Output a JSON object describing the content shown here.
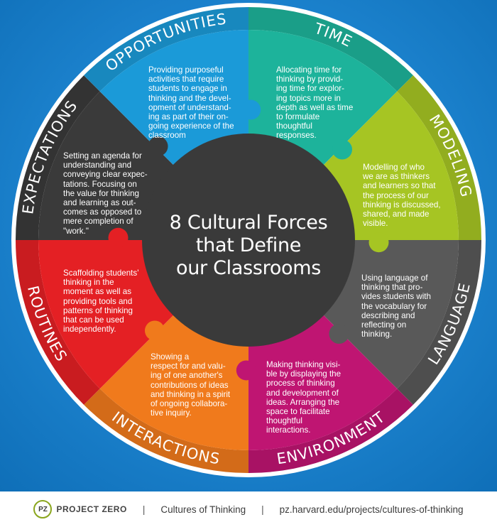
{
  "title": "8 Cultural Forces that Define our Classrooms",
  "title_lines": [
    "8 Cultural Forces",
    "that Define",
    "our Classrooms"
  ],
  "segments": [
    {
      "key": "time",
      "label": "TIME",
      "color": "#1db39b",
      "text": "Allocating time for thinking by providing time for exploring topics more in depth as well as time to formulate thoughtful responses.",
      "lines": [
        "Allocating time for",
        "thinking by provid-",
        "ing time for explor-",
        "ing topics more in",
        "depth as well as time",
        "to formulate",
        "thoughtful",
        "responses."
      ]
    },
    {
      "key": "modeling",
      "label": "MODELING",
      "color": "#a6c523",
      "text": "Modelling of who we are as thinkers and learners so that the process of our thinking is discussed, shared, and made visible.",
      "lines": [
        "Modelling of who",
        "we are as thinkers",
        "and learners so that",
        "the process of our",
        "thinking is discussed,",
        "shared, and made",
        "visible."
      ]
    },
    {
      "key": "language",
      "label": "LANGUAGE",
      "color": "#595959",
      "text": "Using language of thinking that provides students with the vocabulary for describing and reflecting on thinking.",
      "lines": [
        "Using language of",
        "thinking that pro-",
        "vides students with",
        "the vocabulary for",
        "describing and",
        "reflecting on",
        "thinking."
      ]
    },
    {
      "key": "environment",
      "label": "ENVIRONMENT",
      "color": "#bf1572",
      "text": "Making thinking visible by displaying the process of thinking and development of ideas. Arranging the space to facilitate thoughtful interactions.",
      "lines": [
        "Making thinking visi-",
        "ble by displaying the",
        "process of thinking",
        "and development of",
        "ideas. Arranging the",
        "space to facilitate",
        "thoughtful",
        "interactions."
      ]
    },
    {
      "key": "interactions",
      "label": "INTERACTIONS",
      "color": "#f07a1c",
      "text": "Showing a respect for and valuing of one another's contributions of ideas and thinking in a spirit of ongoing collaborative inquiry.",
      "lines": [
        "Showing a",
        "respect for and valu-",
        "ing of one another's",
        "contributions of ideas",
        "and thinking in a spirit",
        "of ongoing collabora-",
        "tive inquiry."
      ]
    },
    {
      "key": "routines",
      "label": "ROUTINES",
      "color": "#e42024",
      "text": "Scaffolding students' thinking in the moment as well as providing tools and patterns of thinking that can be used independently.",
      "lines": [
        "Scaffolding students'",
        "thinking in the",
        "moment as well as",
        "providing tools and",
        "patterns of thinking",
        "that can be used",
        "independently."
      ]
    },
    {
      "key": "expectations",
      "label": "EXPECTATIONS",
      "color": "#3a3a3a",
      "text": "Setting an agenda for understanding and conveying clear expectations. Focusing on the value for thinking and learning as outcomes as opposed to mere completion of \"work.\"",
      "lines": [
        "Setting an agenda for",
        "understanding and",
        "conveying clear expec-",
        "tations. Focusing on",
        "the value for thinking",
        "and learning as out-",
        "comes as opposed to",
        "mere completion of",
        "\"work.\""
      ]
    },
    {
      "key": "opportunities",
      "label": "OPPORTUNITIES",
      "color": "#1b9ad8",
      "text": "Providing purposeful activities that require students to engage in thinking and the development of understanding as part of their ongoing experience of the classroom",
      "lines": [
        "Providing purposeful",
        "activities that require",
        "students to engage in",
        "thinking and the devel-",
        "opment of understand-",
        "ing as part of their on-",
        "going experience of the",
        "classroom"
      ]
    }
  ],
  "footer": {
    "logo_text": "PZ",
    "org": "PROJECT ZERO",
    "separator": "|",
    "program": "Cultures of Thinking",
    "url": "pz.harvard.edu/projects/cultures-of-thinking"
  },
  "colors": {
    "background": "#1f87d3",
    "center": "#3a3a3a",
    "ring_outer": "#ffffff"
  }
}
